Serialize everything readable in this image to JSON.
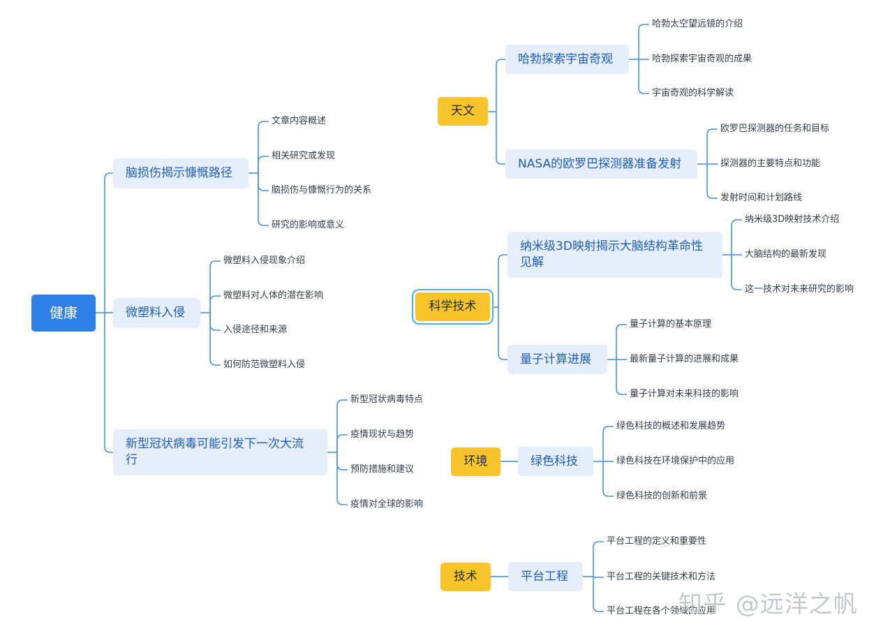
{
  "health": {
    "root": "健康",
    "branches": [
      {
        "label": "脑损伤揭示慷慨路径",
        "items": [
          "文章内容概述",
          "相关研究或发现",
          "脑损伤与慷慨行为的关系",
          "研究的影响或意义"
        ]
      },
      {
        "label": "微塑料入侵",
        "items": [
          "微塑料入侵现象介绍",
          "微塑料对人体的潜在影响",
          "入侵途径和来源",
          "如何防范微塑料入侵"
        ]
      },
      {
        "label": "新型冠状病毒可能引发下一次大流行",
        "items": [
          "新型冠状病毒特点",
          "疫情现状与趋势",
          "预防措施和建议",
          "疫情对全球的影响"
        ]
      }
    ]
  },
  "astronomy": {
    "label": "天文",
    "branches": [
      {
        "label": "哈勃探索宇宙奇观",
        "items": [
          "哈勃太空望远镜的介绍",
          "哈勃探索宇宙奇观的成果",
          "宇宙奇观的科学解读"
        ]
      },
      {
        "label": "NASA的欧罗巴探测器准备发射",
        "items": [
          "欧罗巴探测器的任务和目标",
          "探测器的主要特点和功能",
          "发射时间和计划路线"
        ]
      }
    ]
  },
  "science": {
    "label": "科学技术",
    "branches": [
      {
        "label": "纳米级3D映射揭示大脑结构革命性见解",
        "items": [
          "纳米级3D映射技术介绍",
          "大脑结构的最新发现",
          "这一技术对未来研究的影响"
        ]
      },
      {
        "label": "量子计算进展",
        "items": [
          "量子计算的基本原理",
          "最新量子计算的进展和成果",
          "量子计算对未来科技的影响"
        ]
      }
    ]
  },
  "environment": {
    "label": "环境",
    "branches": [
      {
        "label": "绿色科技",
        "items": [
          "绿色科技的概述和发展趋势",
          "绿色科技在环境保护中的应用",
          "绿色科技的创新和前景"
        ]
      }
    ]
  },
  "technology": {
    "label": "技术",
    "branches": [
      {
        "label": "平台工程",
        "items": [
          "平台工程的定义和重要性",
          "平台工程的关键技术和方法",
          "平台工程在各个领域的应用"
        ]
      }
    ]
  },
  "watermark": "知乎 @远洋之帆",
  "colors": {
    "root": "#2e7fe8",
    "main": "#f7c52b",
    "sub": "#e6edfb",
    "line": "#4a8fd9",
    "selected": "#46b3e0"
  }
}
